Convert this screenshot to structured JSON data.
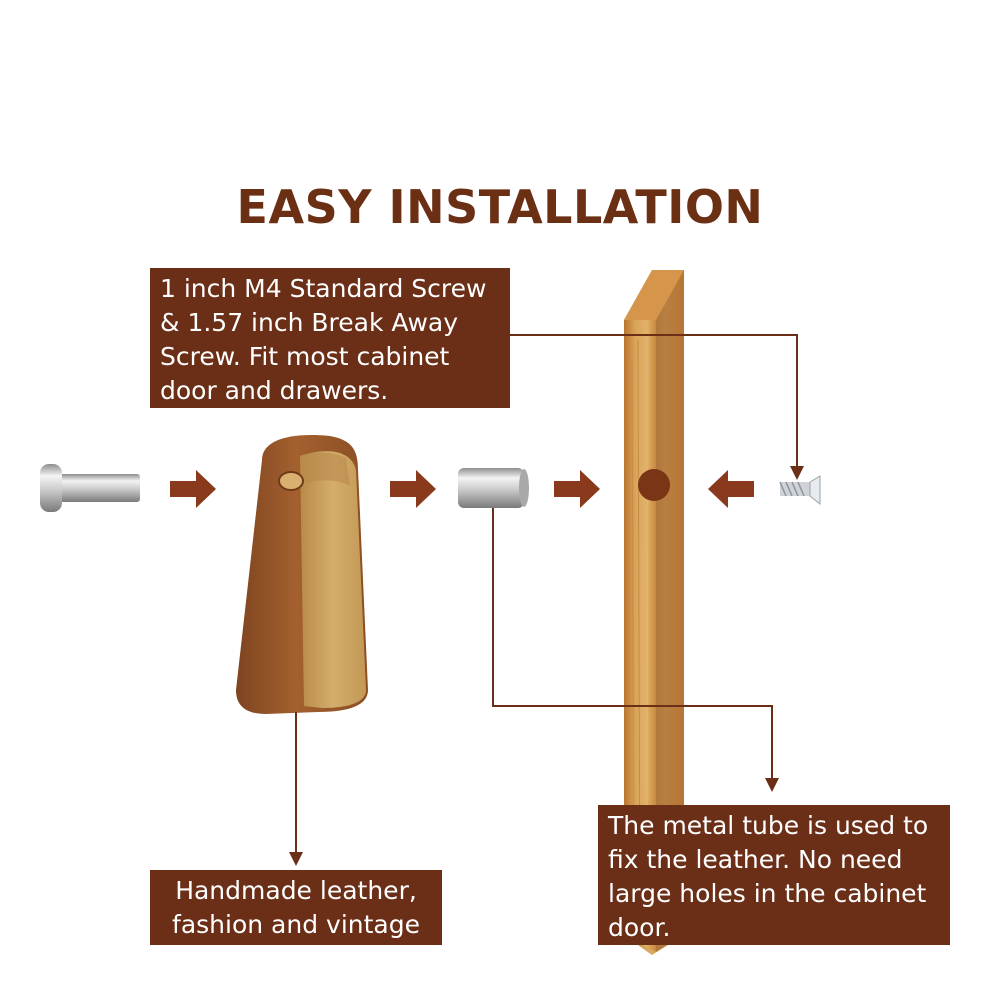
{
  "title": "EASY INSTALLATION",
  "callouts": {
    "screw": "1 inch M4 Standard Screw & 1.57 inch Break Away Screw. Fit most cabinet door and drawers.",
    "leather": "Handmade leather, fashion and vintage",
    "tube": "The metal tube is used to fix the leather. No need large holes in the cabinet door."
  },
  "colors": {
    "title": "#6b2f14",
    "callout_bg": "#6b2e17",
    "arrow": "#8a3a1c",
    "leather": "#9a5a2c",
    "suede": "#c9a062",
    "wood": "#c98a3e"
  }
}
